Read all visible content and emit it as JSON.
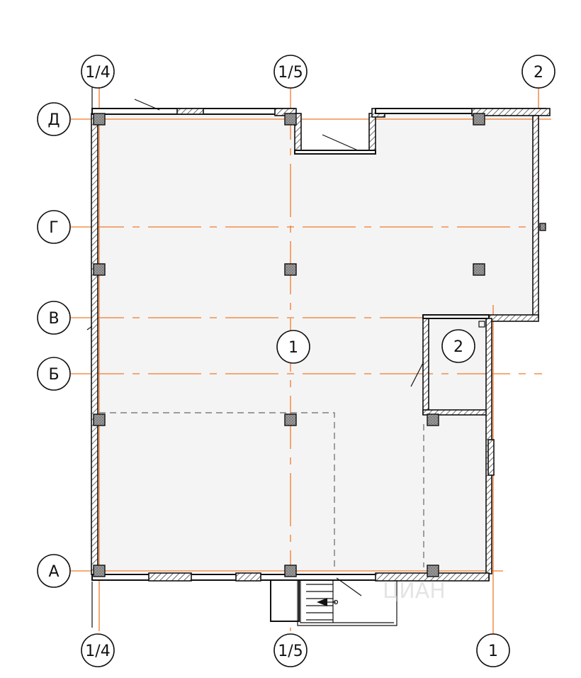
{
  "axes": {
    "top": [
      {
        "id": "top-1-4",
        "label": "1/4"
      },
      {
        "id": "top-1-5",
        "label": "1/5"
      },
      {
        "id": "top-2",
        "label": "2"
      }
    ],
    "bottom": [
      {
        "id": "bottom-1-4",
        "label": "1/4"
      },
      {
        "id": "bottom-1-5",
        "label": "1/5"
      },
      {
        "id": "bottom-1",
        "label": "1"
      }
    ],
    "left": [
      {
        "id": "left-d",
        "label": "Д"
      },
      {
        "id": "left-g",
        "label": "Г"
      },
      {
        "id": "left-v",
        "label": "В"
      },
      {
        "id": "left-b",
        "label": "Б"
      },
      {
        "id": "left-a",
        "label": "А"
      }
    ]
  },
  "rooms": [
    {
      "id": "room-1",
      "label": "1"
    },
    {
      "id": "room-2",
      "label": "2"
    }
  ],
  "colors": {
    "grid_line": "#f07a2a",
    "wall_outline": "#111111",
    "floor_fill": "#f4f4f4",
    "column_fill": "#9a9a9a"
  },
  "watermark": "ЦИАН"
}
